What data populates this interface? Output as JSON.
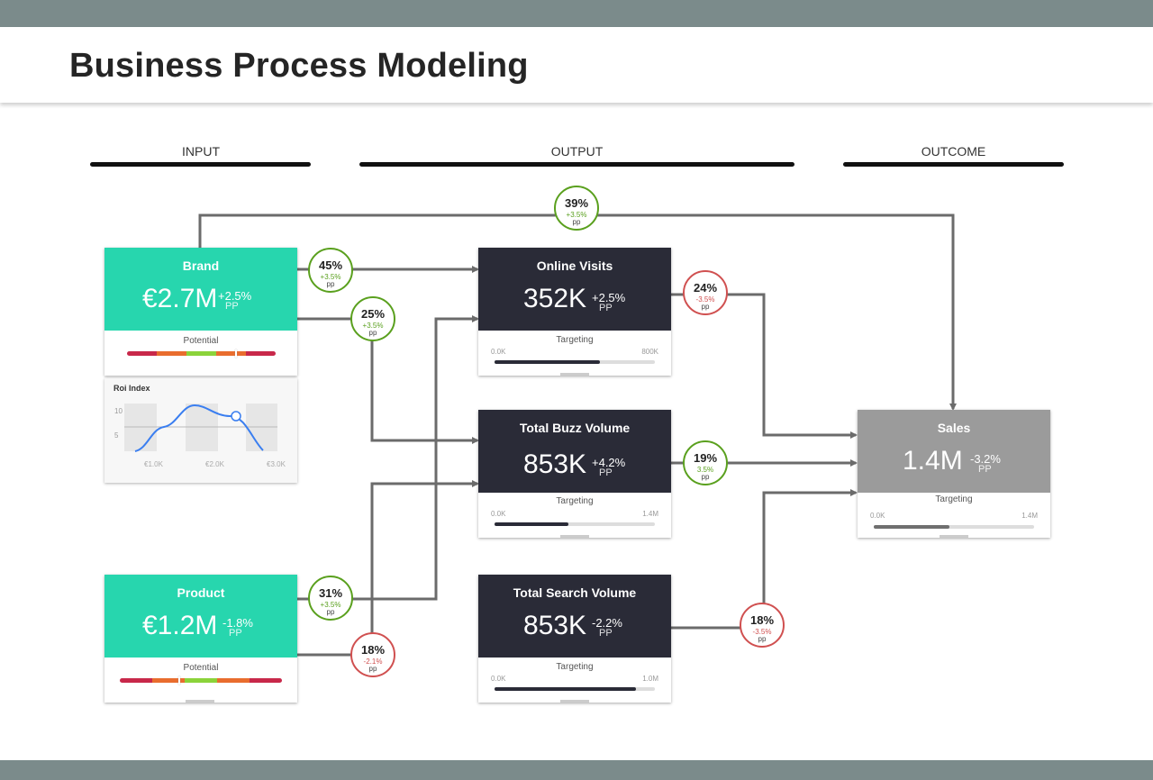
{
  "title": "Business Process Modeling",
  "columns": [
    "INPUT",
    "OUTPUT",
    "OUTCOME"
  ],
  "colors": {
    "teal": "#27d6ae",
    "dark": "#2a2b37",
    "grey": "#9b9b9b",
    "positive": "#5aa01e",
    "negative": "#d05050"
  },
  "brand": {
    "name": "Brand",
    "value": "€2.7M",
    "change": "+2.5%",
    "unit": "PP",
    "sub": "Potential",
    "marker_pct": 0.73
  },
  "product": {
    "name": "Product",
    "value": "€1.2M",
    "change": "-1.8%",
    "unit": "PP",
    "sub": "Potential",
    "marker_pct": 0.36
  },
  "roi": {
    "title": "Roi Index",
    "y_ticks": [
      "10",
      "5"
    ],
    "x_ticks": [
      "€1.0K",
      "€2.0K",
      "€3.0K"
    ]
  },
  "online": {
    "name": "Online Visits",
    "value": "352K",
    "change": "+2.5%",
    "unit": "PP",
    "sub": "Targeting",
    "min": "0.0K",
    "max": "800K",
    "progress": 0.66
  },
  "buzz": {
    "name": "Total Buzz Volume",
    "value": "853K",
    "change": "+4.2%",
    "unit": "PP",
    "sub": "Targeting",
    "min": "0.0K",
    "max": "1.4M",
    "progress": 0.46
  },
  "search": {
    "name": "Total Search Volume",
    "value": "853K",
    "change": "-2.2%",
    "unit": "PP",
    "sub": "Targeting",
    "min": "0.0K",
    "max": "1.0M",
    "progress": 0.88
  },
  "sales": {
    "name": "Sales",
    "value": "1.4M",
    "change": "-3.2%",
    "unit": "PP",
    "sub": "Targeting",
    "min": "0.0K",
    "max": "1.4M",
    "progress": 0.47
  },
  "badges": {
    "b39": {
      "pct": "39%",
      "delta": "+3.5%",
      "unit": "pp"
    },
    "b45": {
      "pct": "45%",
      "delta": "+3.5%",
      "unit": "pp"
    },
    "b25": {
      "pct": "25%",
      "delta": "+3.5%",
      "unit": "pp"
    },
    "b24": {
      "pct": "24%",
      "delta": "-3.5%",
      "unit": "pp"
    },
    "b19": {
      "pct": "19%",
      "delta": "3.5%",
      "unit": "pp"
    },
    "b31": {
      "pct": "31%",
      "delta": "+3.5%",
      "unit": "pp"
    },
    "b18a": {
      "pct": "18%",
      "delta": "-2.1%",
      "unit": "pp"
    },
    "b18b": {
      "pct": "18%",
      "delta": "-3.5%",
      "unit": "pp"
    }
  }
}
